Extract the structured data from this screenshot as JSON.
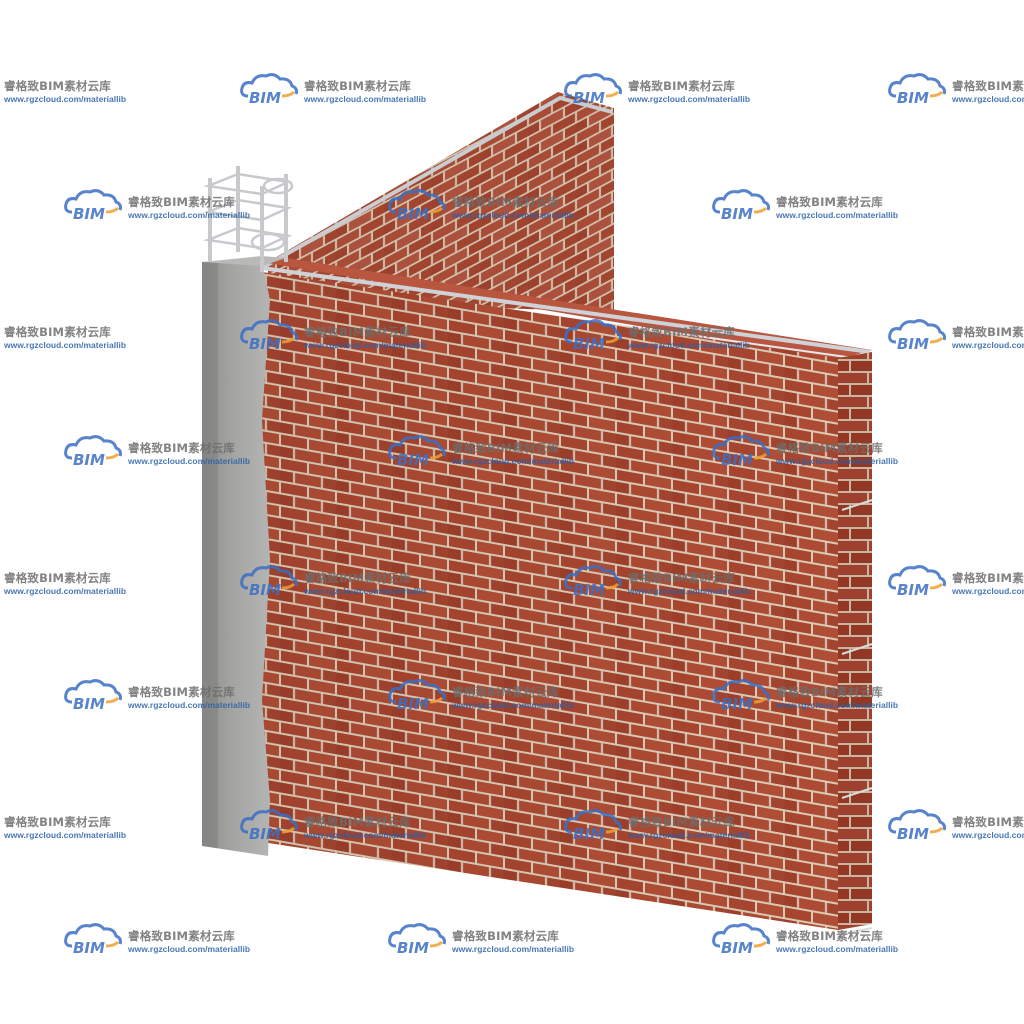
{
  "watermark": {
    "logo_text": "BIM",
    "brand_name": "睿格致BIM素材云库",
    "url": "www.rgzcloud.com/materiallib",
    "logo_color": "#3a6fc4",
    "accent_color": "#f0a030"
  },
  "colors": {
    "brick": "#a8452f",
    "brick_dark": "#8a3422",
    "mortar": "#d9c9b4",
    "concrete": "#a9a9a7",
    "steel": "#c9ccd0"
  }
}
